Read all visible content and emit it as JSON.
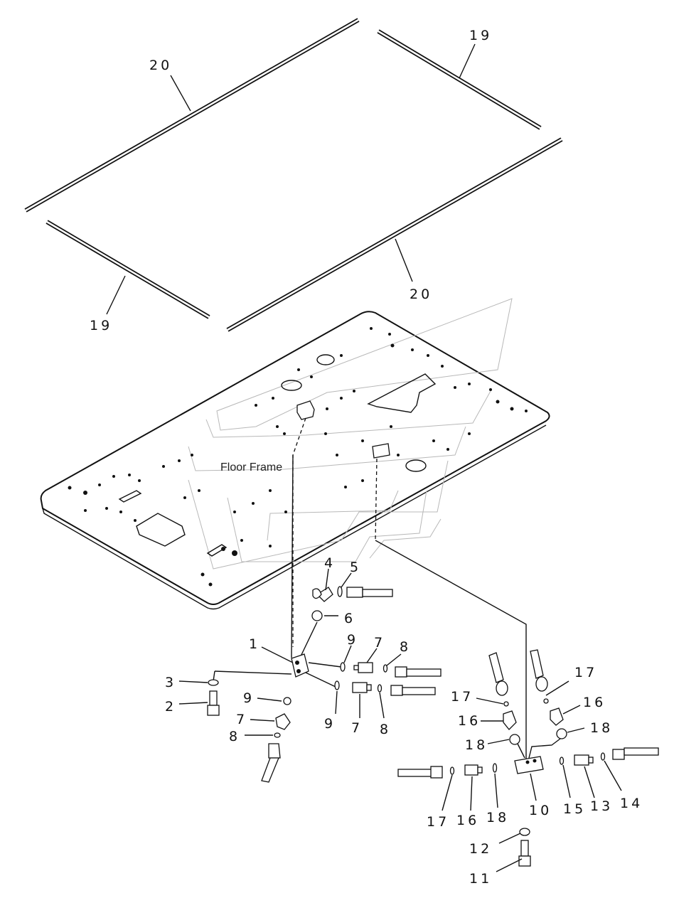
{
  "diagram": {
    "frame_label": "Floor Frame",
    "callouts": {
      "c20a": "20",
      "c19a": "19",
      "c19b": "19",
      "c20b": "20",
      "c4": "4",
      "c5": "5",
      "c6": "6",
      "c1": "1",
      "c3": "3",
      "c2": "2",
      "c9a": "9",
      "c7a": "7",
      "c8a": "8",
      "c9b": "9",
      "c7b": "7",
      "c8b": "8",
      "c9c": "9",
      "c7c": "7",
      "c8c": "8",
      "c17a": "17",
      "c16a": "16",
      "c18a": "18",
      "c17b": "17",
      "c16b": "16",
      "c18b": "18",
      "c17c": "17",
      "c16c": "16",
      "c18c": "18",
      "c10": "10",
      "c15": "15",
      "c13": "13",
      "c14": "14",
      "c12": "12",
      "c11": "11"
    }
  }
}
